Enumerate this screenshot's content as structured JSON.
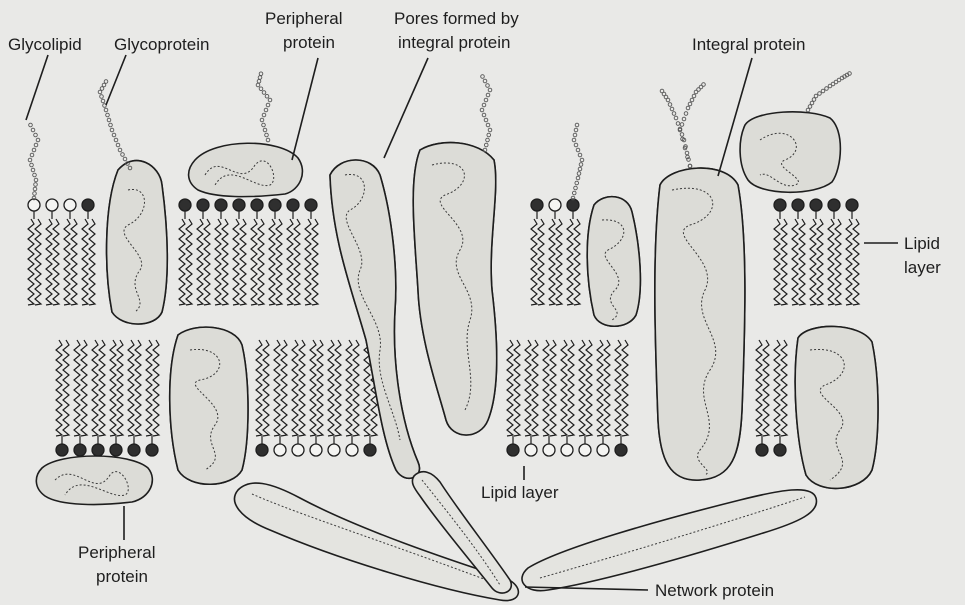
{
  "labels": {
    "glycolipid": "Glycolipid",
    "glycoprotein": "Glycoprotein",
    "peripheral_top_1": "Peripheral",
    "peripheral_top_2": "protein",
    "pores_1": "Pores formed by",
    "pores_2": "integral protein",
    "integral": "Integral protein",
    "lipid_right_1": "Lipid",
    "lipid_right_2": "layer",
    "lipid_bottom": "Lipid layer",
    "peripheral_bottom_1": "Peripheral",
    "peripheral_bottom_2": "protein",
    "network": "Network protein"
  },
  "colors": {
    "background": "#e9e9e7",
    "ink": "#1e1e1e",
    "protein_fill": "#dcdcd7",
    "dark_head": "#2f2f2f",
    "light_head": "#f4f4f2"
  }
}
